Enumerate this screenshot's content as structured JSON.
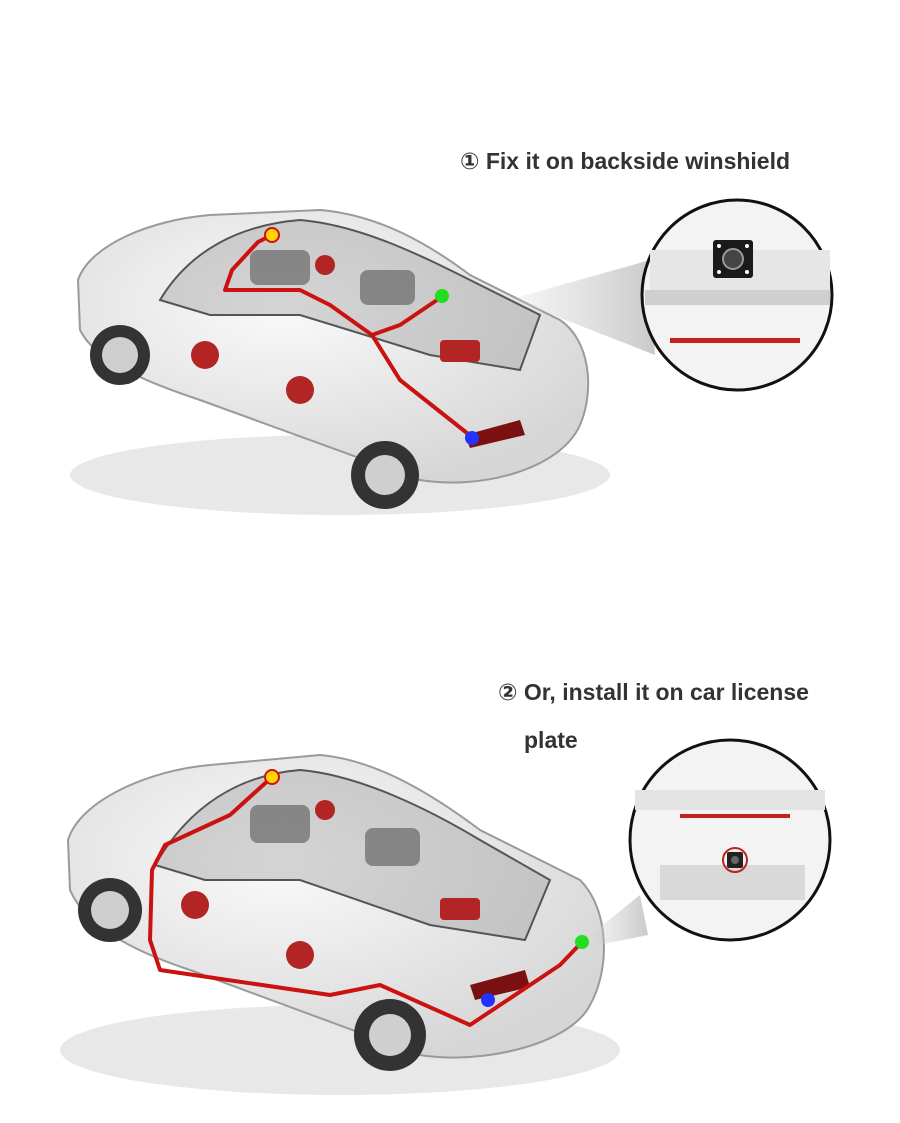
{
  "captions": {
    "step1": "① Fix it on backside winshield",
    "step2_line1": "② Or, install it on car license",
    "step2_line2": "plate"
  },
  "colors": {
    "wire": "#cc1111",
    "dot_front": "#ffd400",
    "dot_mid": "#22dd22",
    "dot_rear": "#2233ff",
    "car_body": "#eeeeee",
    "speaker": "#b32424"
  }
}
